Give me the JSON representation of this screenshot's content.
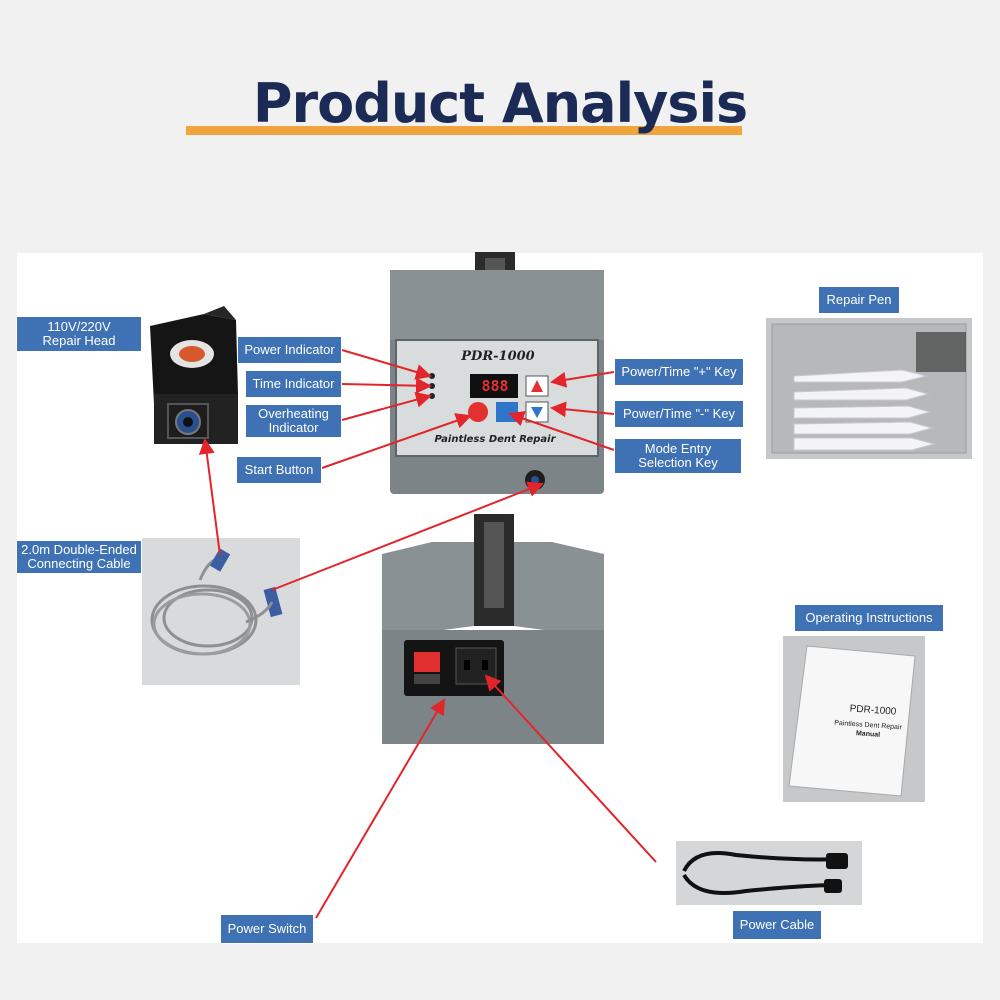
{
  "title": "Product Analysis",
  "device": {
    "model": "PDR-1000",
    "panel_caption": "Paintless Dent Repair",
    "display": "888"
  },
  "manual": {
    "model": "PDR-1000",
    "subtitle": "Paintless Dent Repair",
    "caption": "Manual"
  },
  "labels": {
    "repair_head": [
      "110V/220V",
      "Repair Head"
    ],
    "power_indicator": "Power Indicator",
    "time_indicator": "Time Indicator",
    "overheating_indicator": [
      "Overheating",
      "Indicator"
    ],
    "start_button": "Start Button",
    "connecting_cable": [
      "2.0m Double-Ended",
      "Connecting Cable"
    ],
    "power_time_plus": "Power/Time \"+\" Key",
    "power_time_minus": "Power/Time \"-\" Key",
    "mode_entry": [
      "Mode Entry",
      "Selection Key"
    ],
    "repair_pen": "Repair Pen",
    "operating_instructions": "Operating Instructions",
    "power_switch": "Power Switch",
    "power_cable": "Power Cable"
  },
  "colors": {
    "title_text": "#1c2b55",
    "title_underline": "#f0a43c",
    "label_bg": "#3f72b4",
    "arrow": "#e2252b",
    "device_body": "#7d8487",
    "panel_face": "#d9dcdc"
  }
}
